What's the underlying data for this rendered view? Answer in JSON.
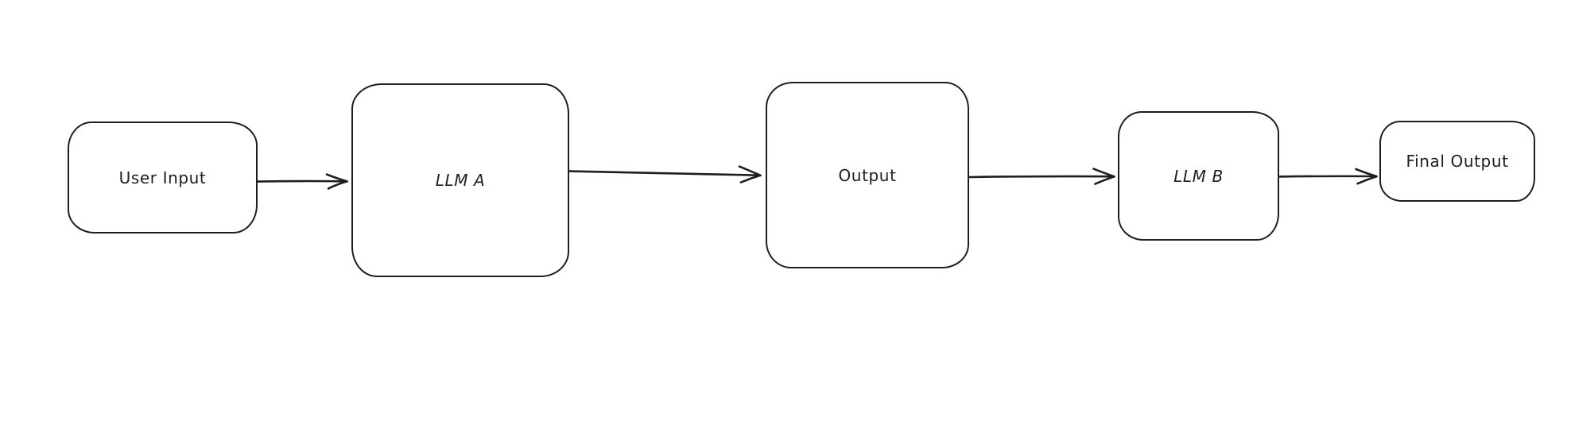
{
  "canvas": {
    "background_color": "#ffffff",
    "stroke_color": "#1e1e1e",
    "fill_color": "#ffffff"
  },
  "diagram": {
    "type": "flowchart",
    "direction": "left-to-right",
    "nodes": [
      {
        "id": "user-input",
        "label": "User Input"
      },
      {
        "id": "llm-a",
        "label": "LLM A"
      },
      {
        "id": "output",
        "label": "Output"
      },
      {
        "id": "llm-b",
        "label": "LLM B"
      },
      {
        "id": "final-output",
        "label": "Final Output"
      }
    ],
    "edges": [
      {
        "from": "user-input",
        "to": "llm-a"
      },
      {
        "from": "llm-a",
        "to": "output"
      },
      {
        "from": "output",
        "to": "llm-b"
      },
      {
        "from": "llm-b",
        "to": "final-output"
      }
    ]
  }
}
